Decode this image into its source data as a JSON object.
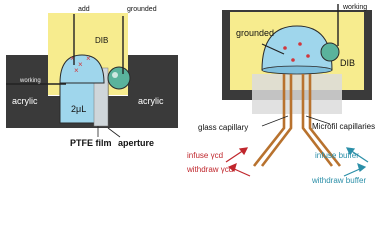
{
  "left_panel": {
    "label_add": "add",
    "label_grounded": "grounded",
    "label_dib": "DIB",
    "label_working": "working",
    "label_acrylic_left": "acrylic",
    "label_acrylic_right": "acrylic",
    "label_volume": "2μL",
    "label_ptfe": "PTFE film",
    "label_aperture": "aperture"
  },
  "right_panel": {
    "label_working": "working",
    "label_grounded": "grounded",
    "label_dib": "DIB",
    "label_glass_capillary": "glass capillary",
    "label_microfil": "Microfil capillaries",
    "label_infuse_cd": "infuse γcd",
    "label_withdraw_cd": "withdraw γcd",
    "label_infuse_buffer": "infuse buffer",
    "label_withdraw_buffer": "withdraw buffer"
  },
  "colors": {
    "acrylic": "#3a3a3a",
    "oil": "#f7ec8e",
    "aqueous": "#9fd6ec",
    "droplet_green": "#5ab39c",
    "capillary": "#b8722e",
    "arrow_red": "#c0262c",
    "arrow_teal": "#2b8fa8",
    "particle_red": "#d1373d"
  }
}
